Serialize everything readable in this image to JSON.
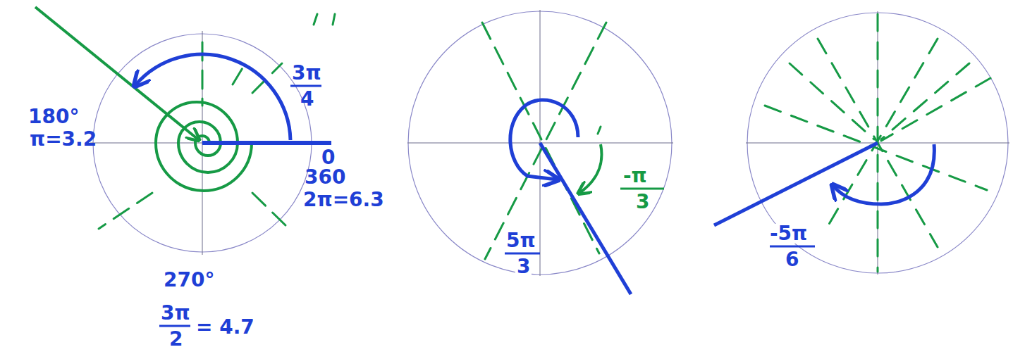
{
  "diagram": {
    "labels": [
      "180°",
      "π=3.2",
      "3π",
      "4",
      "0",
      "360",
      "2π=6.3",
      "270°",
      "3π",
      "2",
      "= 4.7",
      "-π",
      "3",
      "5π",
      "3",
      "-5π",
      "6"
    ]
  }
}
